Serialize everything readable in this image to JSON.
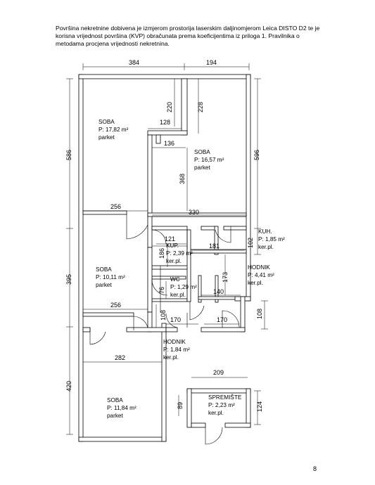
{
  "intro": {
    "line1": "Površina nekretnine dobivena je izmjerom prostorija laserskim daljinomjerom Leica DISTO D2 te je",
    "line2": "korisna vrijednost površina (KVP) obračunata prema koeficijentima iz priloga 1. Pravilnika o",
    "line3": "metodama procjena vrijednosti nekretnina."
  },
  "page_number": "8",
  "dimensions": {
    "top_left": "384",
    "top_right": "194",
    "left_1": "586",
    "left_2": "395",
    "left_3": "420",
    "right_1": "596",
    "right_102": "102",
    "right_108": "108",
    "d220": "220",
    "d228": "228",
    "d128": "128",
    "d136": "136",
    "d368": "368",
    "d256a": "256",
    "d330": "330",
    "d121": "121",
    "d186": "186",
    "d181": "181",
    "d173": "173",
    "d76": "76",
    "d140": "140",
    "d256b": "256",
    "d108": "108",
    "d170a": "170",
    "d170b": "170",
    "d282": "282",
    "d209": "209",
    "d89": "89",
    "d124": "124"
  },
  "rooms": [
    {
      "name": "SOBA",
      "area": "P: 17,82 m²",
      "floor": "parket"
    },
    {
      "name": "SOBA",
      "area": "P: 16,57 m²",
      "floor": "parket"
    },
    {
      "name": "KUH.",
      "area": "P: 1,85 m²",
      "floor": "ker.pl."
    },
    {
      "name": "KUP.",
      "area": "P: 2,39 m²",
      "floor": "ker.pl."
    },
    {
      "name": "SOBA",
      "area": "P: 10,11 m²",
      "floor": "parket"
    },
    {
      "name": "HODNIK",
      "area": "P: 4,41 m²",
      "floor": "ker.pl."
    },
    {
      "name": "WC",
      "area": "P: 1,29 m²",
      "floor": "ker.pl."
    },
    {
      "name": "HODNIK",
      "area": "P: 1,84 m²",
      "floor": "ker.pl."
    },
    {
      "name": "SOBA",
      "area": "P: 11,84 m²",
      "floor": "parket"
    },
    {
      "name": "SPREMIŠTE",
      "area": "P: 2,23 m²",
      "floor": "ker.pl."
    }
  ]
}
